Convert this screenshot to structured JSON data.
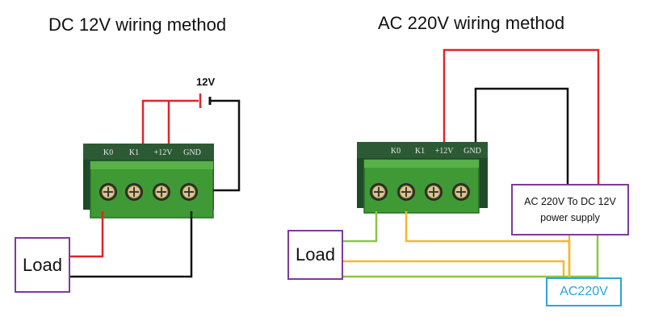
{
  "left_panel": {
    "title": "DC 12V wiring method",
    "battery_label": "12V",
    "terminal_labels": [
      "K0",
      "K1",
      "+12V",
      "GND"
    ],
    "load_label": "Load"
  },
  "right_panel": {
    "title": "AC 220V wiring method",
    "terminal_labels": [
      "K0",
      "K1",
      "+12V",
      "GND"
    ],
    "load_label": "Load",
    "psu_line1": "AC 220V To DC 12V",
    "psu_line2": "power supply",
    "ac_label": "AC220V"
  },
  "colors": {
    "red_wire": "#e0242a",
    "black_wire": "#111111",
    "yellow_wire": "#f2b92c",
    "green_wire": "#8cc63f",
    "load_border": "#7f3a9a",
    "ac_border": "#29a6dc",
    "terminal_green": "#3f9a35",
    "pcb_dark": "#1f4a2a"
  }
}
